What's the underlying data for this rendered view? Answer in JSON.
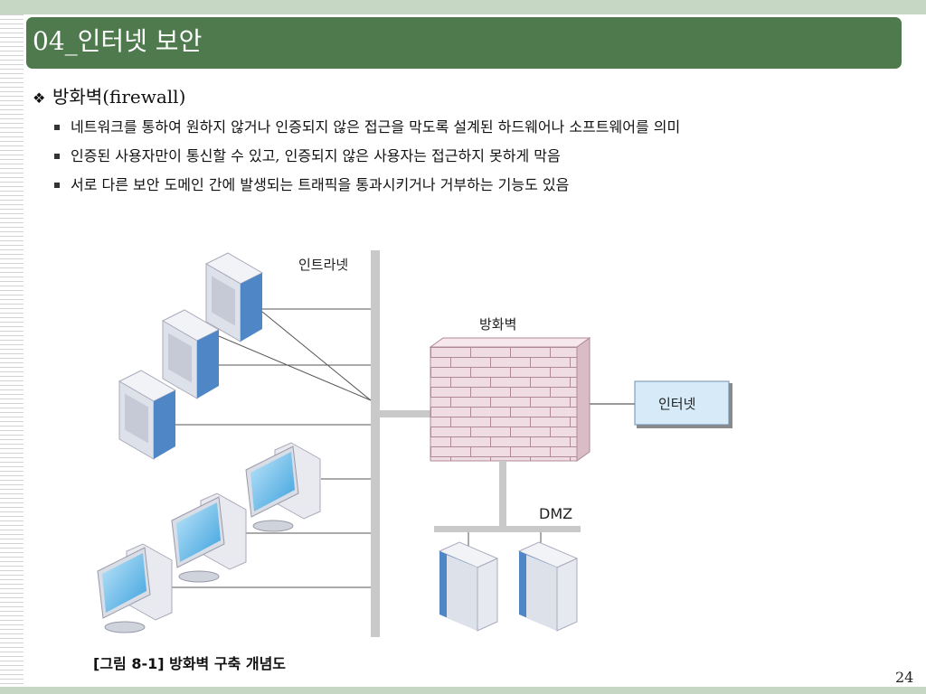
{
  "slide": {
    "title": "04_인터넷 보안",
    "heading": "방화벽(firewall)",
    "bullets": [
      "네트워크를 통하여 원하지 않거나 인증되지 않은 접근을 막도록 설계된 하드웨어나 소프트웨어를 의미",
      "인증된 사용자만이 통신할 수 있고, 인증되지 않은 사용자는 접근하지 못하게 막음",
      "서로 다른 보안 도메인 간에 발생되는 트래픽을 통과시키거나 거부하는 기능도 있음"
    ],
    "page_number": "24"
  },
  "diagram": {
    "label_intranet": "인트라넷",
    "label_firewall": "방화벽",
    "label_internet": "인터넷",
    "label_dmz": "DMZ",
    "caption": "[그림 8-1] 방화벽 구축 개념도"
  },
  "colors": {
    "title_bar": "#4e7a4e",
    "firewall_brick": "#efdde3",
    "internet_box": "#d6eaf7",
    "server_body": "#e4e7ef",
    "server_accent": "#4f86c6"
  }
}
